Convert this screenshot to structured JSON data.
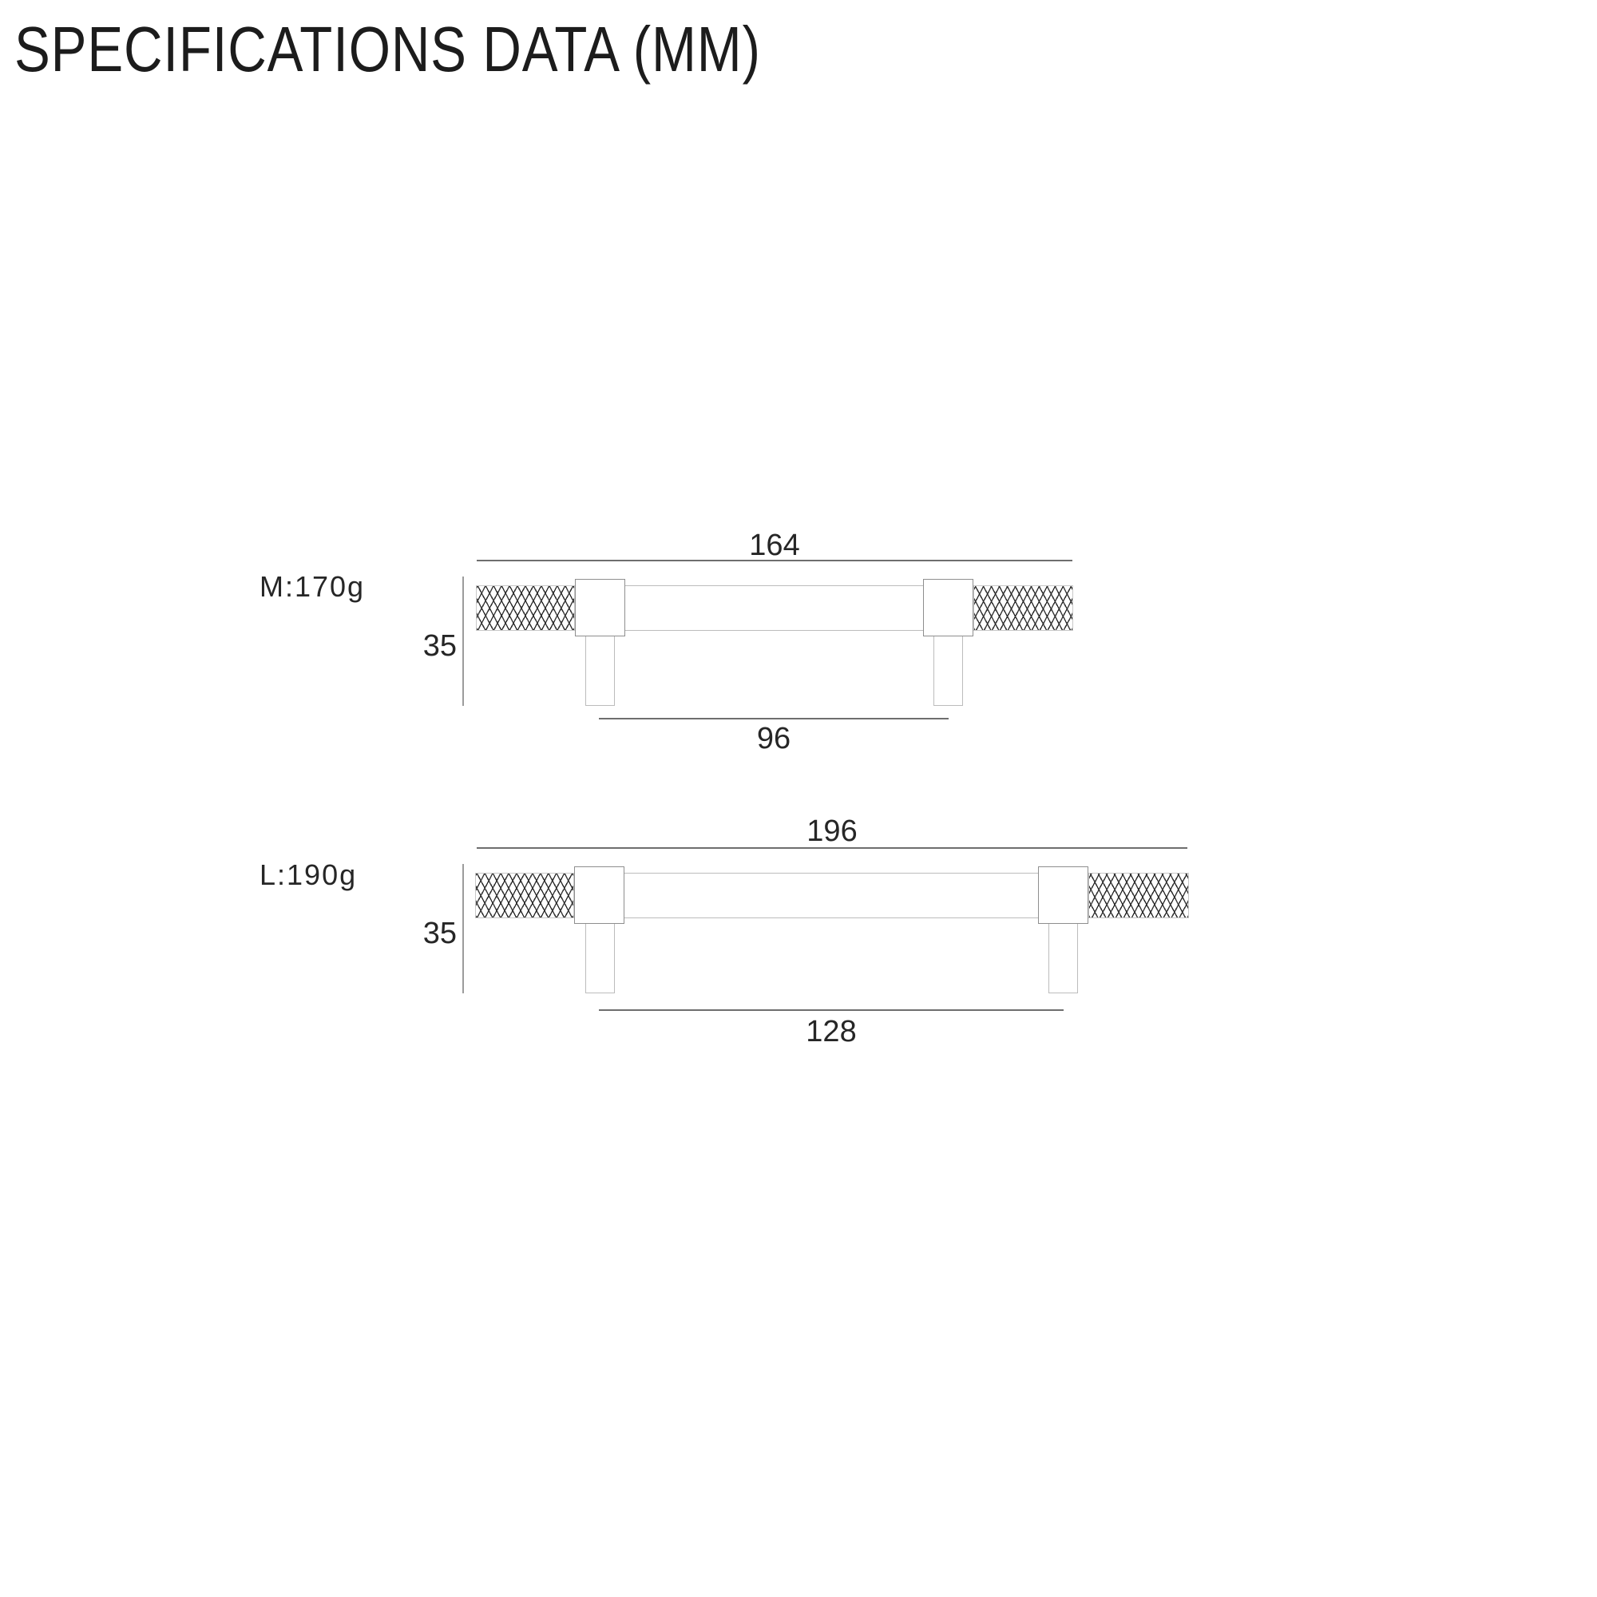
{
  "title": "SPECIFICATIONS DATA (MM)",
  "units": "MM",
  "figures": [
    {
      "name": "size-m",
      "weight_label": "M:170g",
      "dims": {
        "overall_length": "164",
        "height": "35",
        "hole_spacing": "96"
      }
    },
    {
      "name": "size-l",
      "weight_label": "L:190g",
      "dims": {
        "overall_length": "196",
        "height": "35",
        "hole_spacing": "128"
      }
    }
  ],
  "colors": {
    "background": "#ffffff",
    "text": "#262626",
    "dimension_line": "#6e6e6e",
    "extension_line": "#9c9c9c",
    "outline_light": "#bcbcbc",
    "outline_post": "#8e8e8e",
    "knurl_line": "#2f2f2f"
  }
}
